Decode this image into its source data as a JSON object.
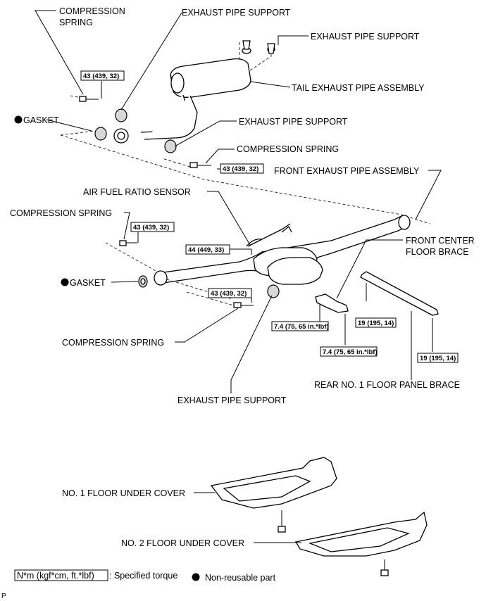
{
  "labels": {
    "compression_spring_tl": "COMPRESSION",
    "compression_spring_tl_2": "SPRING",
    "exhaust_pipe_support_top": "EXHAUST PIPE SUPPORT",
    "exhaust_pipe_support_right": "EXHAUST PIPE SUPPORT",
    "tail_exhaust_pipe_assembly": "TAIL EXHAUST PIPE ASSEMBLY",
    "gasket_top": "GASKET",
    "exhaust_pipe_support_mid": "EXHAUST PIPE SUPPORT",
    "compression_spring_mid": "COMPRESSION SPRING",
    "front_exhaust_pipe_assembly": "FRONT EXHAUST PIPE ASSEMBLY",
    "air_fuel_ratio_sensor": "AIR FUEL RATIO SENSOR",
    "compression_spring_left": "COMPRESSION SPRING",
    "front_center_floor_brace": "FRONT CENTER",
    "front_center_floor_brace_2": "FLOOR BRACE",
    "gasket_lower": "GASKET",
    "compression_spring_bottom": "COMPRESSION SPRING",
    "rear_no1_floor_panel_brace": "REAR NO. 1 FLOOR PANEL BRACE",
    "exhaust_pipe_support_bottom": "EXHAUST PIPE SUPPORT",
    "no1_floor_under_cover": "NO. 1 FLOOR UNDER COVER",
    "no2_floor_under_cover": "NO. 2 FLOOR UNDER COVER"
  },
  "torques": {
    "t1": "43 (439, 32)",
    "t2": "43 (439, 32)",
    "t3": "43 (439, 32)",
    "t4": "44 (449, 33)",
    "t5": "43 (439, 32)",
    "t6": "7.4 (75, 65 in.*lbf)",
    "t7": "19 (195, 14)",
    "t8": "7.4 (75, 65 in.*lbf)",
    "t9": "19 (195, 14)"
  },
  "legend": {
    "torque_unit": "N*m (kgf*cm, ft.*lbf)",
    "torque_desc": ": Specified torque",
    "nonreusable": "Non-reusable part"
  },
  "corner_mark": "P"
}
